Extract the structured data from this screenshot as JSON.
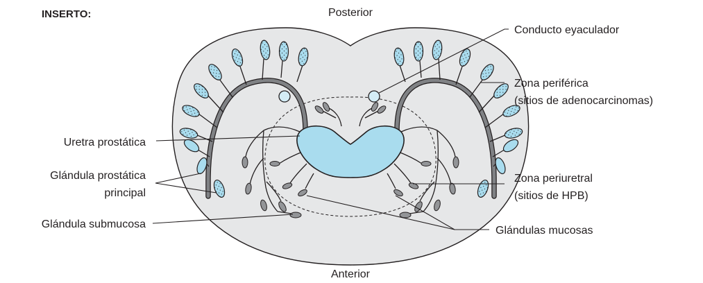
{
  "header": "INSERTO:",
  "orientation": {
    "top": "Posterior",
    "bottom": "Anterior"
  },
  "labels": {
    "ejaculatory_duct": "Conducto eyaculador",
    "peripheral_zone": [
      "Zona periférica",
      "(sitios de adenocarcinomas)"
    ],
    "prostatic_urethra": "Uretra prostática",
    "main_gland": [
      "Glándula prostática",
      "principal"
    ],
    "submucosal_gland": "Glándula submucosa",
    "periurethral_zone": [
      "Zona periuretral",
      "(sitios de HPB)"
    ],
    "mucosal_glands": "Glándulas mucosas"
  },
  "colors": {
    "capsule_fill": "#e6e7e8",
    "gland_blue": "#a9dcee",
    "duct_gray": "#808285",
    "small_gland_gray": "#939598",
    "outline": "#231f20"
  }
}
